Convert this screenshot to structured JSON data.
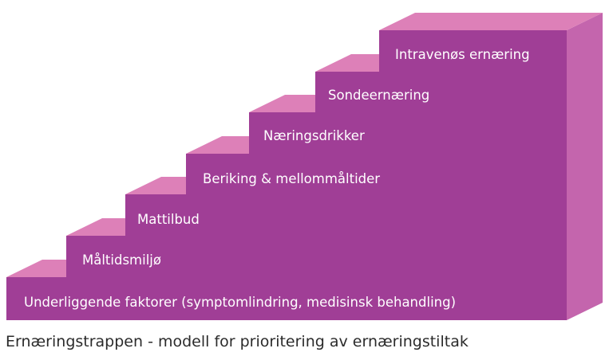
{
  "diagram": {
    "steps": [
      {
        "label": "Underliggende faktorer (symptomlindring, medisinsk behandling)"
      },
      {
        "label": "Måltidsmiljø"
      },
      {
        "label": "Mattilbud"
      },
      {
        "label": "Beriking & mellommåltider"
      },
      {
        "label": "Næringsdrikker"
      },
      {
        "label": "Sondeernæring"
      },
      {
        "label": "Intravenøs ernæring"
      }
    ],
    "colors": {
      "front": "#a03e96",
      "top": "#dd80b8",
      "side": "#c465ad"
    }
  },
  "caption": "Ernæringstrappen - modell for prioritering av ernæringstiltak"
}
